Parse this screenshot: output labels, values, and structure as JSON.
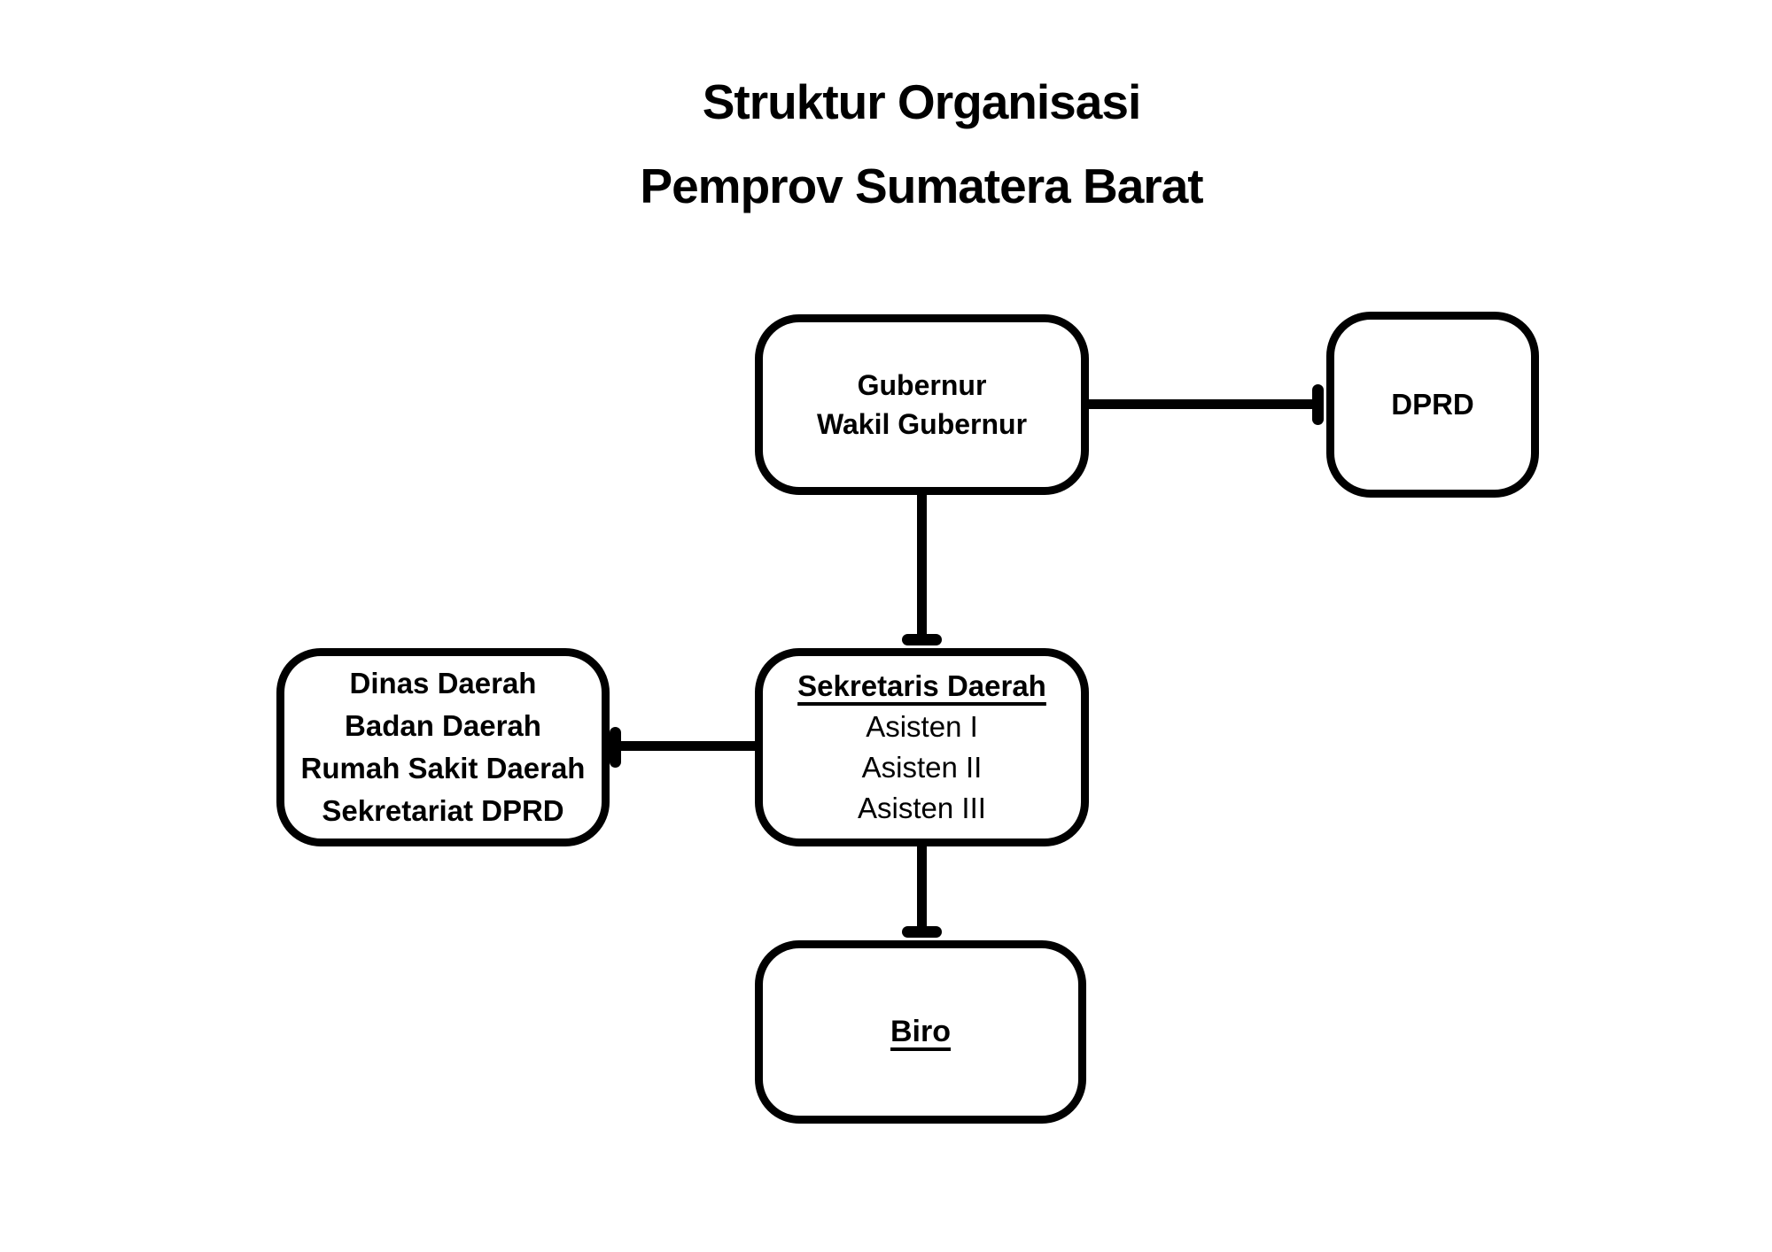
{
  "title": {
    "line1": "Struktur Organisasi",
    "line2": "Pemprov Sumatera Barat"
  },
  "nodes": {
    "gubernur": {
      "line1": "Gubernur",
      "line2": "Wakil Gubernur"
    },
    "dprd": {
      "label": "DPRD"
    },
    "sekretaris": {
      "heading": "Sekretaris Daerah",
      "line1": "Asisten I",
      "line2": "Asisten II",
      "line3": "Asisten III"
    },
    "dinas": {
      "line1": "Dinas Daerah",
      "line2": "Badan Daerah",
      "line3": "Rumah Sakit Daerah",
      "line4": "Sekretariat DPRD"
    },
    "biro": {
      "heading": "Biro"
    }
  },
  "edges": [
    {
      "from": "gubernur",
      "to": "dprd",
      "direction": "horizontal"
    },
    {
      "from": "gubernur",
      "to": "sekretaris",
      "direction": "vertical"
    },
    {
      "from": "sekretaris",
      "to": "dinas",
      "direction": "horizontal"
    },
    {
      "from": "sekretaris",
      "to": "biro",
      "direction": "vertical"
    }
  ],
  "colors": {
    "background": "#ffffff",
    "stroke": "#000000",
    "text": "#000000"
  }
}
